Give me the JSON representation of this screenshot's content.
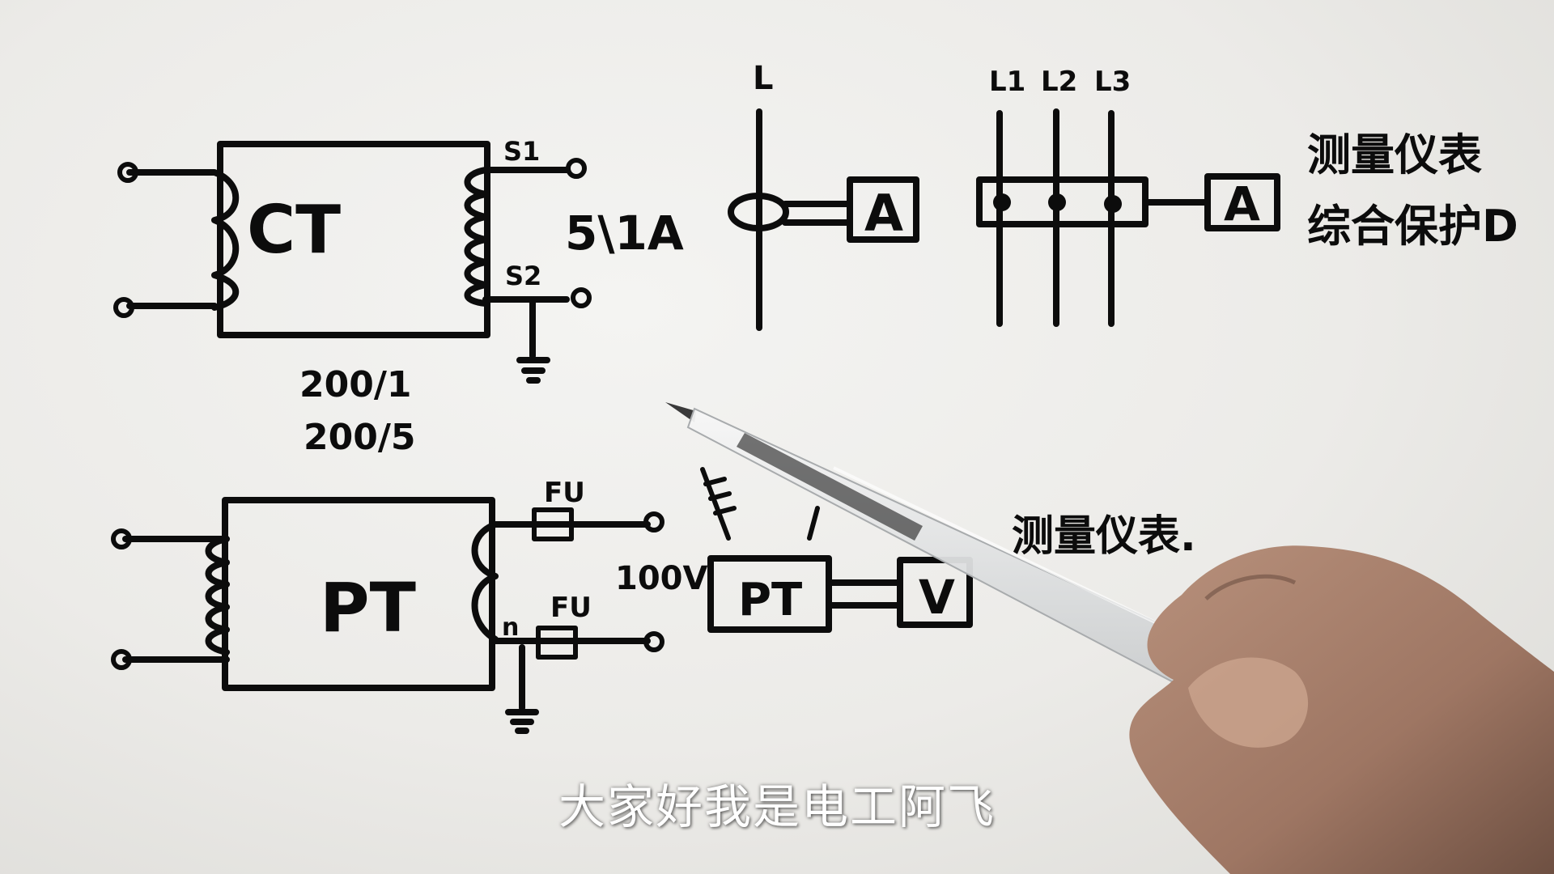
{
  "ct": {
    "label": "CT",
    "s1": "S1",
    "s2": "S2",
    "secondary_current": "5\\1A",
    "ratio_1": "200/1",
    "ratio_2": "200/5"
  },
  "single_phase": {
    "line_label": "L",
    "meter_label": "A"
  },
  "three_phase": {
    "line_labels": [
      "L1",
      "L2",
      "L3"
    ],
    "meter_label": "A",
    "note_line_1": "测量仪表",
    "note_line_2": "综合保护D"
  },
  "pt": {
    "label": "PT",
    "fuse_top": "FU",
    "fuse_bottom": "FU",
    "n_label": "n",
    "secondary_voltage": "100V"
  },
  "pt_meter": {
    "pt_label": "PT",
    "meter_label": "V",
    "note": "测量仪表."
  },
  "subtitle": "大家好我是电工阿飞"
}
